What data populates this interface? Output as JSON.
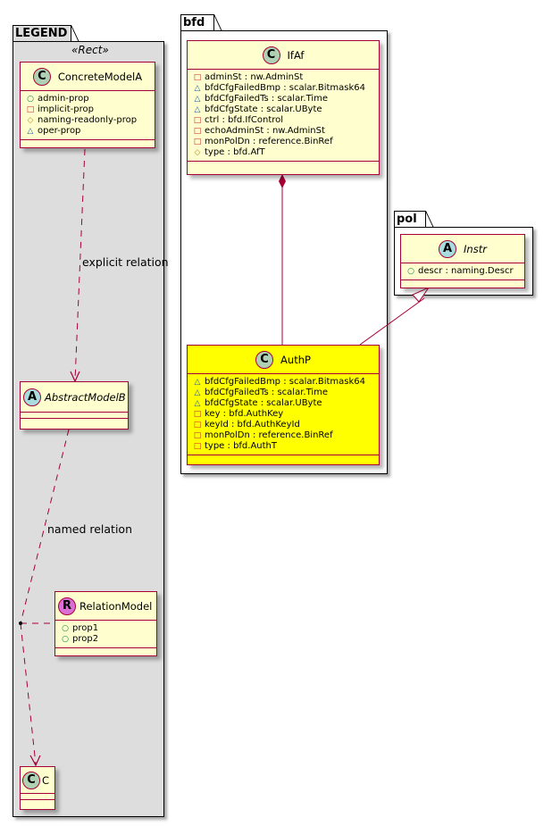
{
  "packages": {
    "legend": {
      "name": "LEGEND",
      "stereotype": "«Rect»",
      "background": "#DDDDDD"
    },
    "bfd": {
      "name": "bfd"
    },
    "pol": {
      "name": "pol"
    }
  },
  "legend_classes": {
    "concrete": {
      "spot": "C",
      "name": "ConcreteModelA",
      "attributes": [
        {
          "visibility": "public",
          "icon": "○",
          "text": "admin-prop"
        },
        {
          "visibility": "private",
          "icon": "□",
          "text": "implicit-prop"
        },
        {
          "visibility": "protected",
          "icon": "◇",
          "text": "naming-readonly-prop"
        },
        {
          "visibility": "package",
          "icon": "△",
          "text": "oper-prop"
        }
      ]
    },
    "abstract": {
      "spot": "A",
      "name": "AbstractModelB"
    },
    "relation": {
      "spot": "R",
      "name": "RelationModel",
      "attributes": [
        {
          "visibility": "public",
          "icon": "○",
          "text": "prop1"
        },
        {
          "visibility": "public",
          "icon": "○",
          "text": "prop2"
        }
      ]
    },
    "c": {
      "spot": "C",
      "name": "C"
    }
  },
  "relations": {
    "explicit": "explicit relation",
    "named": "named relation"
  },
  "bfd_classes": {
    "ifaf": {
      "spot": "C",
      "name": "IfAf",
      "attributes": [
        {
          "visibility": "private",
          "icon": "□",
          "text": "adminSt : nw.AdminSt"
        },
        {
          "visibility": "package",
          "icon": "△",
          "text": "bfdCfgFailedBmp : scalar.Bitmask64"
        },
        {
          "visibility": "package",
          "icon": "△",
          "text": "bfdCfgFailedTs : scalar.Time"
        },
        {
          "visibility": "package",
          "icon": "△",
          "text": "bfdCfgState : scalar.UByte"
        },
        {
          "visibility": "private",
          "icon": "□",
          "text": "ctrl : bfd.IfControl"
        },
        {
          "visibility": "private",
          "icon": "□",
          "text": "echoAdminSt : nw.AdminSt"
        },
        {
          "visibility": "private",
          "icon": "□",
          "text": "monPolDn : reference.BinRef"
        },
        {
          "visibility": "protected",
          "icon": "◇",
          "text": "type : bfd.AfT"
        }
      ]
    },
    "authp": {
      "spot": "C",
      "name": "AuthP",
      "highlight": "#FFFF00",
      "attributes": [
        {
          "visibility": "package",
          "icon": "△",
          "text": "bfdCfgFailedBmp : scalar.Bitmask64"
        },
        {
          "visibility": "package",
          "icon": "△",
          "text": "bfdCfgFailedTs : scalar.Time"
        },
        {
          "visibility": "package",
          "icon": "△",
          "text": "bfdCfgState : scalar.UByte"
        },
        {
          "visibility": "private",
          "icon": "□",
          "text": "key : bfd.AuthKey"
        },
        {
          "visibility": "private",
          "icon": "□",
          "text": "keyId : bfd.AuthKeyId"
        },
        {
          "visibility": "private",
          "icon": "□",
          "text": "monPolDn : reference.BinRef"
        },
        {
          "visibility": "private",
          "icon": "□",
          "text": "type : bfd.AuthT"
        }
      ]
    }
  },
  "pol_classes": {
    "instr": {
      "spot": "A",
      "name": "Instr",
      "attributes": [
        {
          "visibility": "public",
          "icon": "○",
          "text": "descr : naming.Descr"
        }
      ]
    }
  },
  "colors": {
    "border": "#A80036",
    "class_bg": "#FEFECE",
    "highlight": "#FFFF00"
  }
}
